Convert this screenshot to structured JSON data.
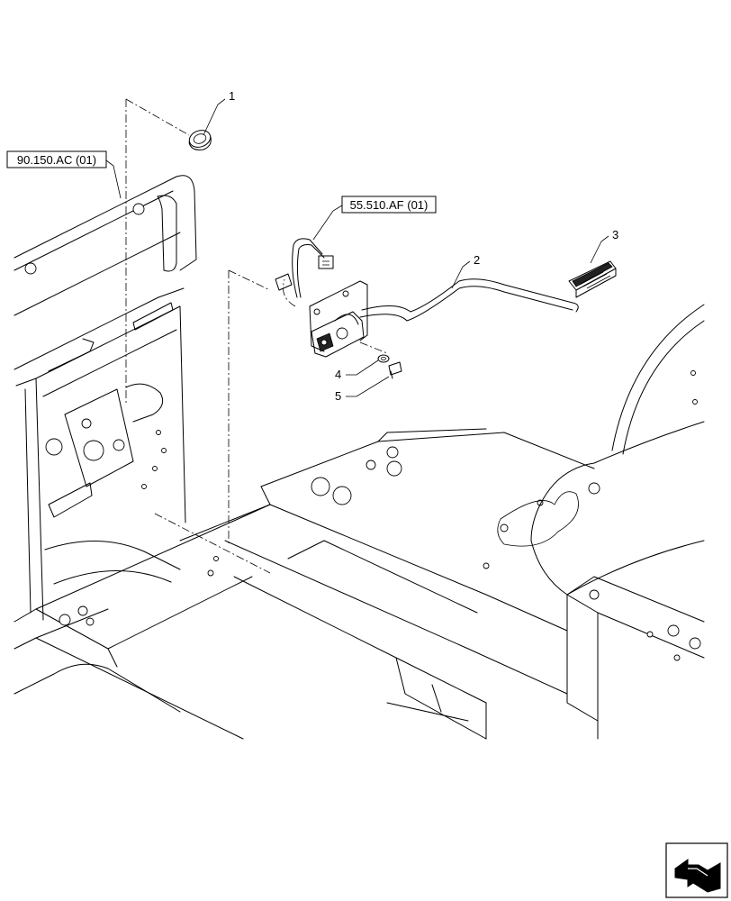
{
  "references": {
    "ref_90150": "90.150.AC (01)",
    "ref_55510": "55.510.AF (01)"
  },
  "callouts": {
    "c1": "1",
    "c2": "2",
    "c3": "3",
    "c4": "4",
    "c5": "5"
  },
  "icons": {
    "orientation": "view-direction-arrow-icon"
  },
  "colors": {
    "line": "#000000",
    "background": "#ffffff"
  }
}
